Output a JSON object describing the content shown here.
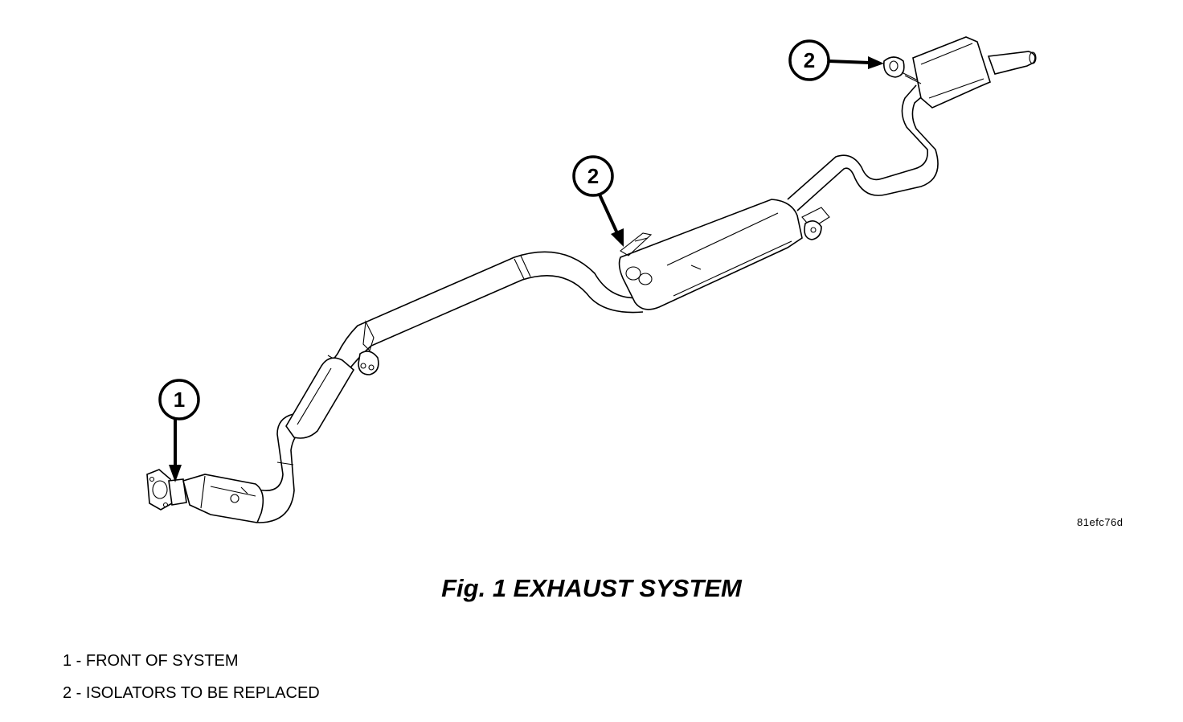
{
  "figure": {
    "title": "Fig. 1 EXHAUST SYSTEM",
    "image_code": "81efc76d"
  },
  "callouts": [
    {
      "number": "1",
      "target": "front flange"
    },
    {
      "number": "2",
      "target": "middle isolator"
    },
    {
      "number": "2",
      "target": "rear isolator"
    }
  ],
  "legend": [
    {
      "text": "1 - FRONT OF SYSTEM"
    },
    {
      "text": "2 - ISOLATORS TO BE REPLACED"
    }
  ]
}
